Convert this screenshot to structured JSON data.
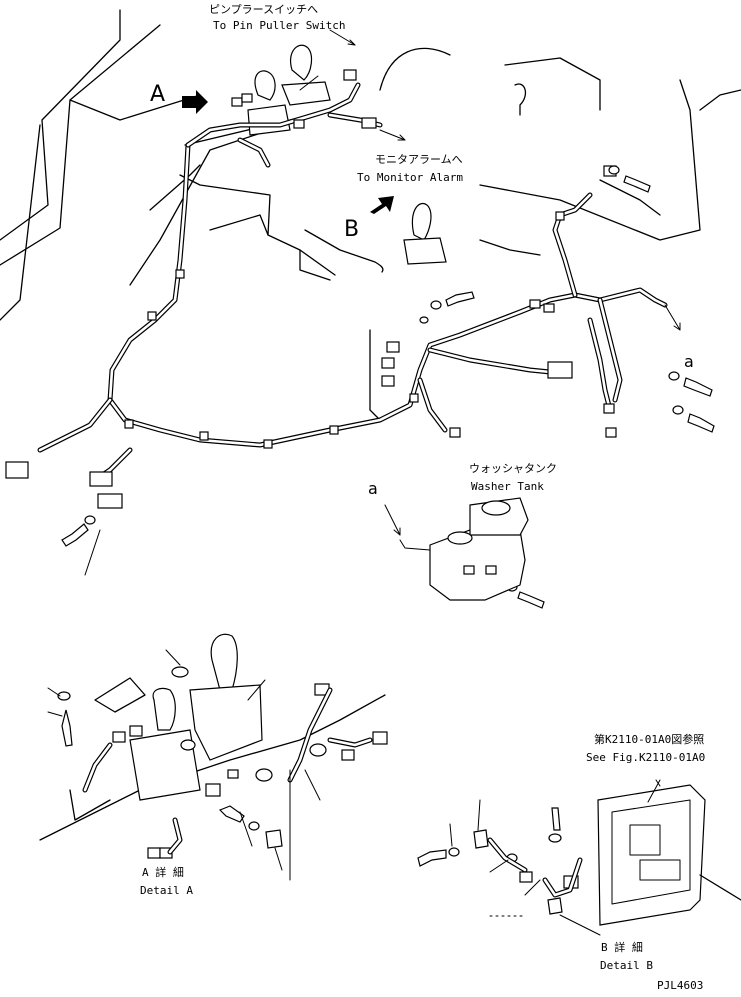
{
  "labels": {
    "pin_puller_jp": "ピンプラースイッチへ",
    "pin_puller_en": "To Pin Puller Switch",
    "monitor_jp": "モニタアラームへ",
    "monitor_en": "To Monitor Alarm",
    "view_a": "A",
    "view_b": "B",
    "ref_a_upper": "a",
    "ref_a_lower": "a",
    "washer_jp": "ウォッシャタンク",
    "washer_en": "Washer Tank",
    "see_fig_jp": "第K2110-01A0図参照",
    "see_fig_en": "See Fig.K2110-01A0",
    "detail_a_jp": "A 詳 細",
    "detail_a_en": "Detail A",
    "detail_b_jp": "B 詳 細",
    "detail_b_en": "Detail B",
    "drawing_no": "PJL4603"
  },
  "colors": {
    "ink": "#000000",
    "paper": "#ffffff"
  }
}
